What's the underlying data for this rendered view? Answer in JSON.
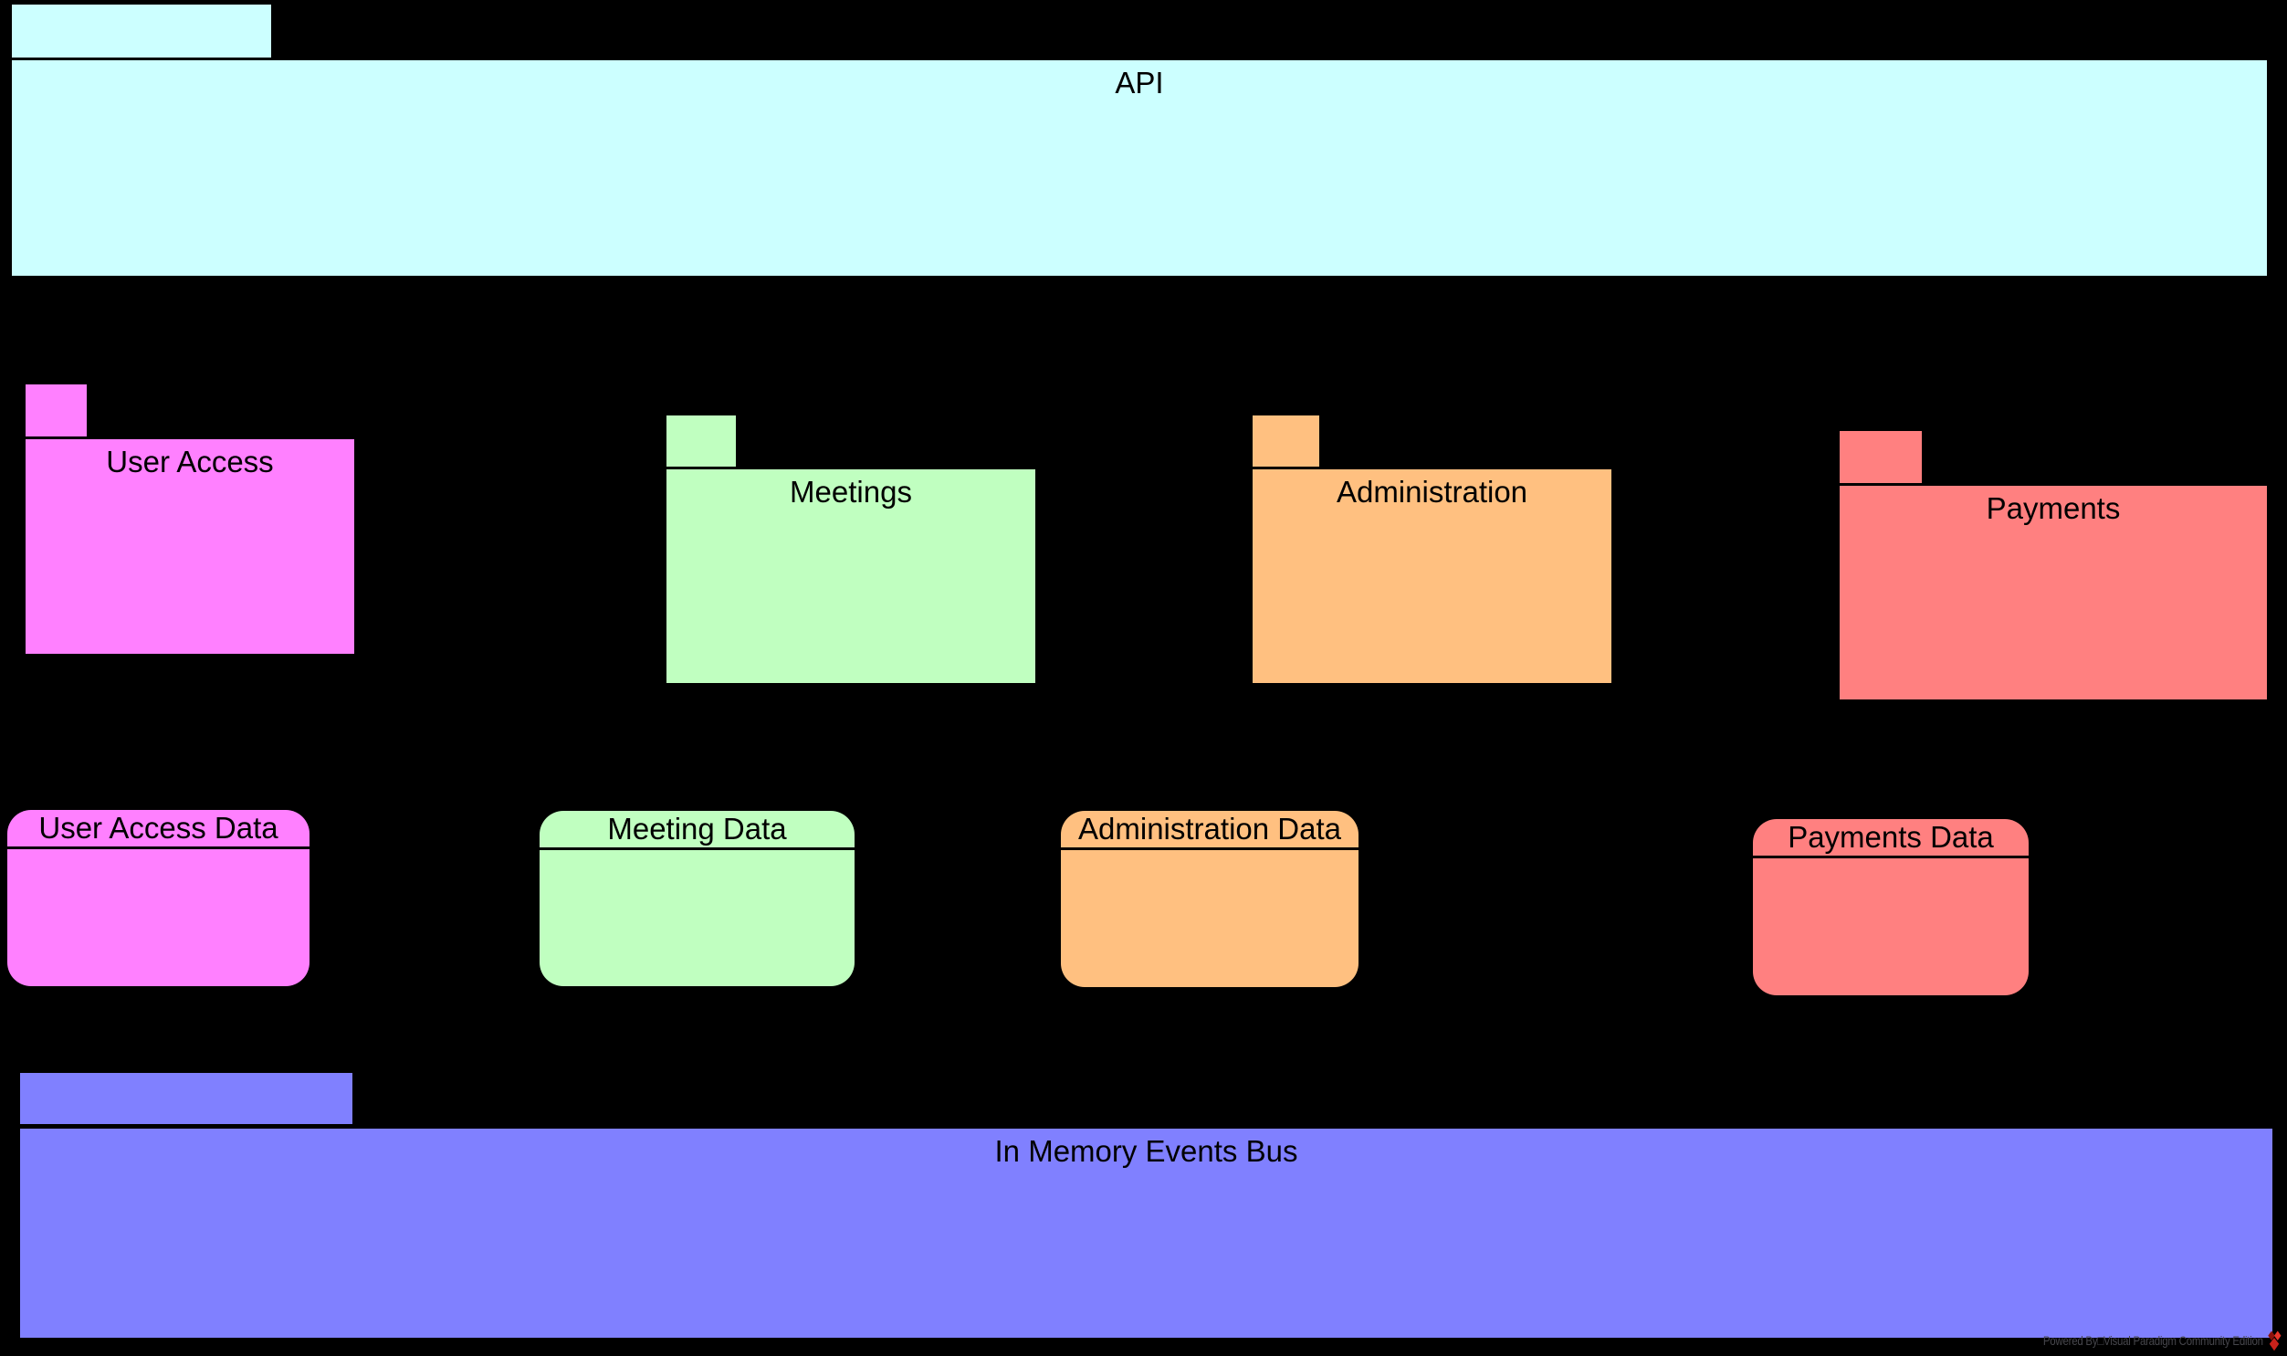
{
  "canvas": {
    "background": "#000000"
  },
  "packages": {
    "api": {
      "label": "API",
      "fill": "#CCFFFF"
    },
    "user_access": {
      "label": "User Access",
      "fill": "#FF80FF"
    },
    "meetings": {
      "label": "Meetings",
      "fill": "#C0FFC0"
    },
    "administration": {
      "label": "Administration",
      "fill": "#FFC080"
    },
    "payments": {
      "label": "Payments",
      "fill": "#FF8080"
    },
    "events_bus": {
      "label": "In Memory Events Bus",
      "fill": "#8080FF"
    }
  },
  "datastores": {
    "user_access_data": {
      "label": "User Access Data",
      "fill": "#FF80FF"
    },
    "meeting_data": {
      "label": "Meeting Data",
      "fill": "#C0FFC0"
    },
    "administration_data": {
      "label": "Administration Data",
      "fill": "#FFC080"
    },
    "payments_data": {
      "label": "Payments Data",
      "fill": "#FF8080"
    }
  },
  "watermark": {
    "text": "Powered By□Visual Paradigm Community Edition",
    "text_color": "#46464C",
    "logo_icon": "visual-paradigm-diamond-icon",
    "logo_colors": {
      "bright": "#E8352A",
      "mid": "#C8221B",
      "dark": "#8E120D"
    }
  }
}
